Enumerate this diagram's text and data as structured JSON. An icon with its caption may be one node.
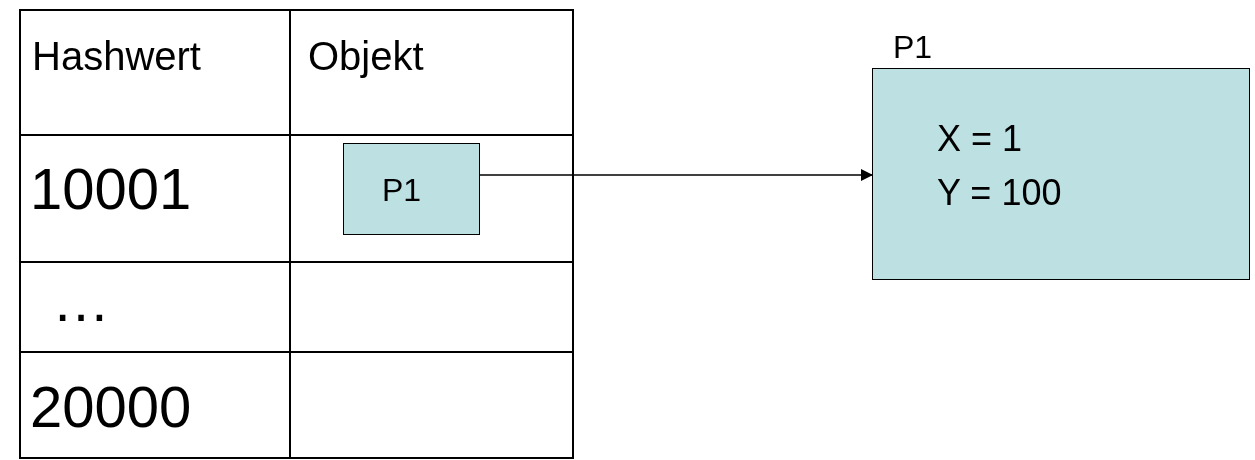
{
  "diagram": {
    "nodes": [
      {
        "text": [
          "P1"
        ]
      },
      {
        "text": [
          "P1",
          "X = 1",
          "Y = 100"
        ]
      }
    ],
    "edges": [
      {
        "from": 0,
        "to": 1,
        "arrow": "to"
      }
    ],
    "labels": [
      "Hashwert",
      "Objekt",
      "10001",
      "…",
      "20000"
    ]
  }
}
